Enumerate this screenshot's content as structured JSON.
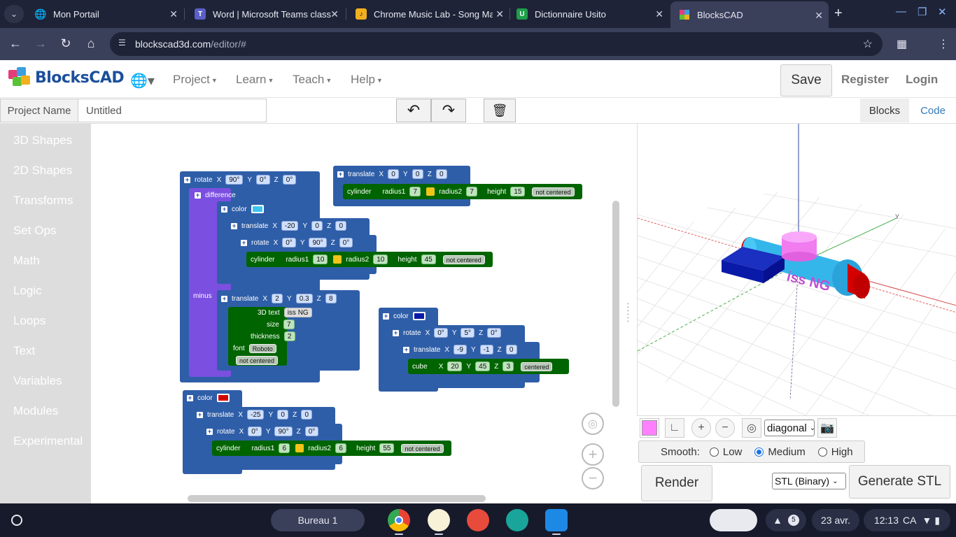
{
  "browser": {
    "tabs": [
      {
        "label": "Mon Portail",
        "favicon": "globe-icon"
      },
      {
        "label": "Word | Microsoft Teams class",
        "favicon": "teams-icon"
      },
      {
        "label": "Chrome Music Lab - Song Ma",
        "favicon": "music-lab-icon"
      },
      {
        "label": "Dictionnaire Usito",
        "favicon": "usito-icon",
        "favicon_text": "U"
      },
      {
        "label": "BlocksCAD",
        "favicon": "blockscad-icon"
      }
    ],
    "url_host": "blockscad3d.com",
    "url_path": "/editor/#"
  },
  "app": {
    "logo_text": "BlocksCAD",
    "menu": [
      "Project",
      "Learn",
      "Teach",
      "Help"
    ],
    "save_label": "Save",
    "register_label": "Register",
    "login_label": "Login"
  },
  "project": {
    "name_label": "Project Name",
    "name_value": "Untitled",
    "view_tabs": [
      "Blocks",
      "Code"
    ]
  },
  "toolbox": [
    {
      "label": "3D Shapes",
      "color": "#006400"
    },
    {
      "label": "2D Shapes",
      "color": "#209b18"
    },
    {
      "label": "Transforms",
      "color": "#2f5ea8"
    },
    {
      "label": "Set Ops",
      "color": "#7b4fe0"
    },
    {
      "label": "Math",
      "color": "#1082e0"
    },
    {
      "label": "Logic",
      "color": "#c36a22"
    },
    {
      "label": "Loops",
      "color": "#6c2a9a"
    },
    {
      "label": "Text",
      "color": "#7a7a7a"
    },
    {
      "label": "Variables",
      "color": "#8a6d3b"
    },
    {
      "label": "Modules",
      "color": "#9a0e5e"
    },
    {
      "label": "Experimental",
      "color": "#000000"
    }
  ],
  "blocks": {
    "x": "X",
    "y": "Y",
    "z": "Z",
    "rotate": "rotate",
    "translate": "translate",
    "color": "color",
    "difference": "difference",
    "minus": "minus",
    "cylinder": "cylinder",
    "cube": "cube",
    "radius1": "radius1",
    "radius2": "radius2",
    "height": "height",
    "not_centered": "not centered",
    "centered": "centered",
    "text3d": "3D text",
    "size": "size",
    "thickness": "thickness",
    "font": "font",
    "g1": {
      "rx": "90°",
      "ry": "0°",
      "rz": "0°"
    },
    "g1_color": "#3fc4f0",
    "g1_translate": {
      "x": "-20",
      "y": "0",
      "z": "0"
    },
    "g1_rotate": {
      "x": "0°",
      "y": "90°",
      "z": "0°"
    },
    "g1_cyl": {
      "r1": "10",
      "r2": "10",
      "h": "45"
    },
    "g1_text_translate": {
      "x": "2",
      "y": "0.3",
      "z": "8"
    },
    "g1_text": {
      "value": "iss NG",
      "size": "7",
      "thickness": "2",
      "font": "Roboto"
    },
    "g2_translate": {
      "x": "0",
      "y": "0",
      "z": "0"
    },
    "g2_cyl": {
      "r1": "7",
      "r2": "7",
      "h": "15"
    },
    "g3_color": "#0a1aa8",
    "g3_rotate": {
      "x": "0°",
      "y": "5°",
      "z": "0°"
    },
    "g3_translate": {
      "x": "-9",
      "y": "-1",
      "z": "0"
    },
    "g3_cube": {
      "x": "20",
      "y": "45",
      "z": "3"
    },
    "g4_color": "#d40000",
    "g4_translate": {
      "x": "-25",
      "y": "0",
      "z": "0"
    },
    "g4_rotate": {
      "x": "0°",
      "y": "90°",
      "z": "0°"
    },
    "g4_cyl": {
      "r1": "6",
      "r2": "6",
      "h": "55"
    }
  },
  "viewer": {
    "axis_y_label": "Y",
    "model_text": "iss NG",
    "swatch_color": "#ff80ff",
    "view_select": "diagonal",
    "smooth_label": "Smooth:",
    "smooth_options": [
      "Low",
      "Medium",
      "High"
    ],
    "smooth_selected": "Medium",
    "render_label": "Render",
    "format_select": "STL (Binary)",
    "generate_label": "Generate STL"
  },
  "shelf": {
    "desk_label": "Bureau 1",
    "notif_count": "5",
    "date": "23 avr.",
    "time": "12:13",
    "locale": "CA"
  }
}
